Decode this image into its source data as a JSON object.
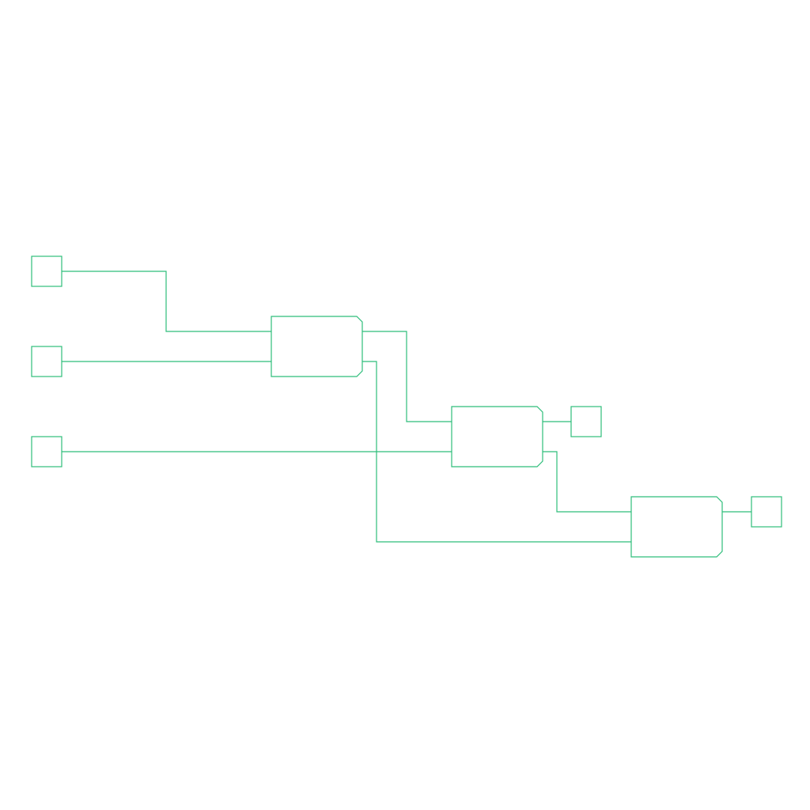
{
  "diagram": {
    "stroke_color": "#2ebd7a",
    "background_color": "#ffffff",
    "input_ports": [
      {
        "id": "in-1"
      },
      {
        "id": "in-2"
      },
      {
        "id": "in-3"
      }
    ],
    "blocks": [
      {
        "id": "block-1"
      },
      {
        "id": "block-2"
      },
      {
        "id": "block-3"
      }
    ],
    "output_ports": [
      {
        "id": "out-1"
      },
      {
        "id": "out-2"
      }
    ],
    "connections": [
      {
        "from": "in-1",
        "to": "block-1"
      },
      {
        "from": "in-2",
        "to": "block-1"
      },
      {
        "from": "in-3",
        "to": "block-2"
      },
      {
        "from": "block-1",
        "to": "block-2"
      },
      {
        "from": "block-1",
        "to": "block-3"
      },
      {
        "from": "block-2",
        "to": "out-1"
      },
      {
        "from": "block-2",
        "to": "block-3"
      },
      {
        "from": "block-3",
        "to": "out-2"
      }
    ]
  }
}
